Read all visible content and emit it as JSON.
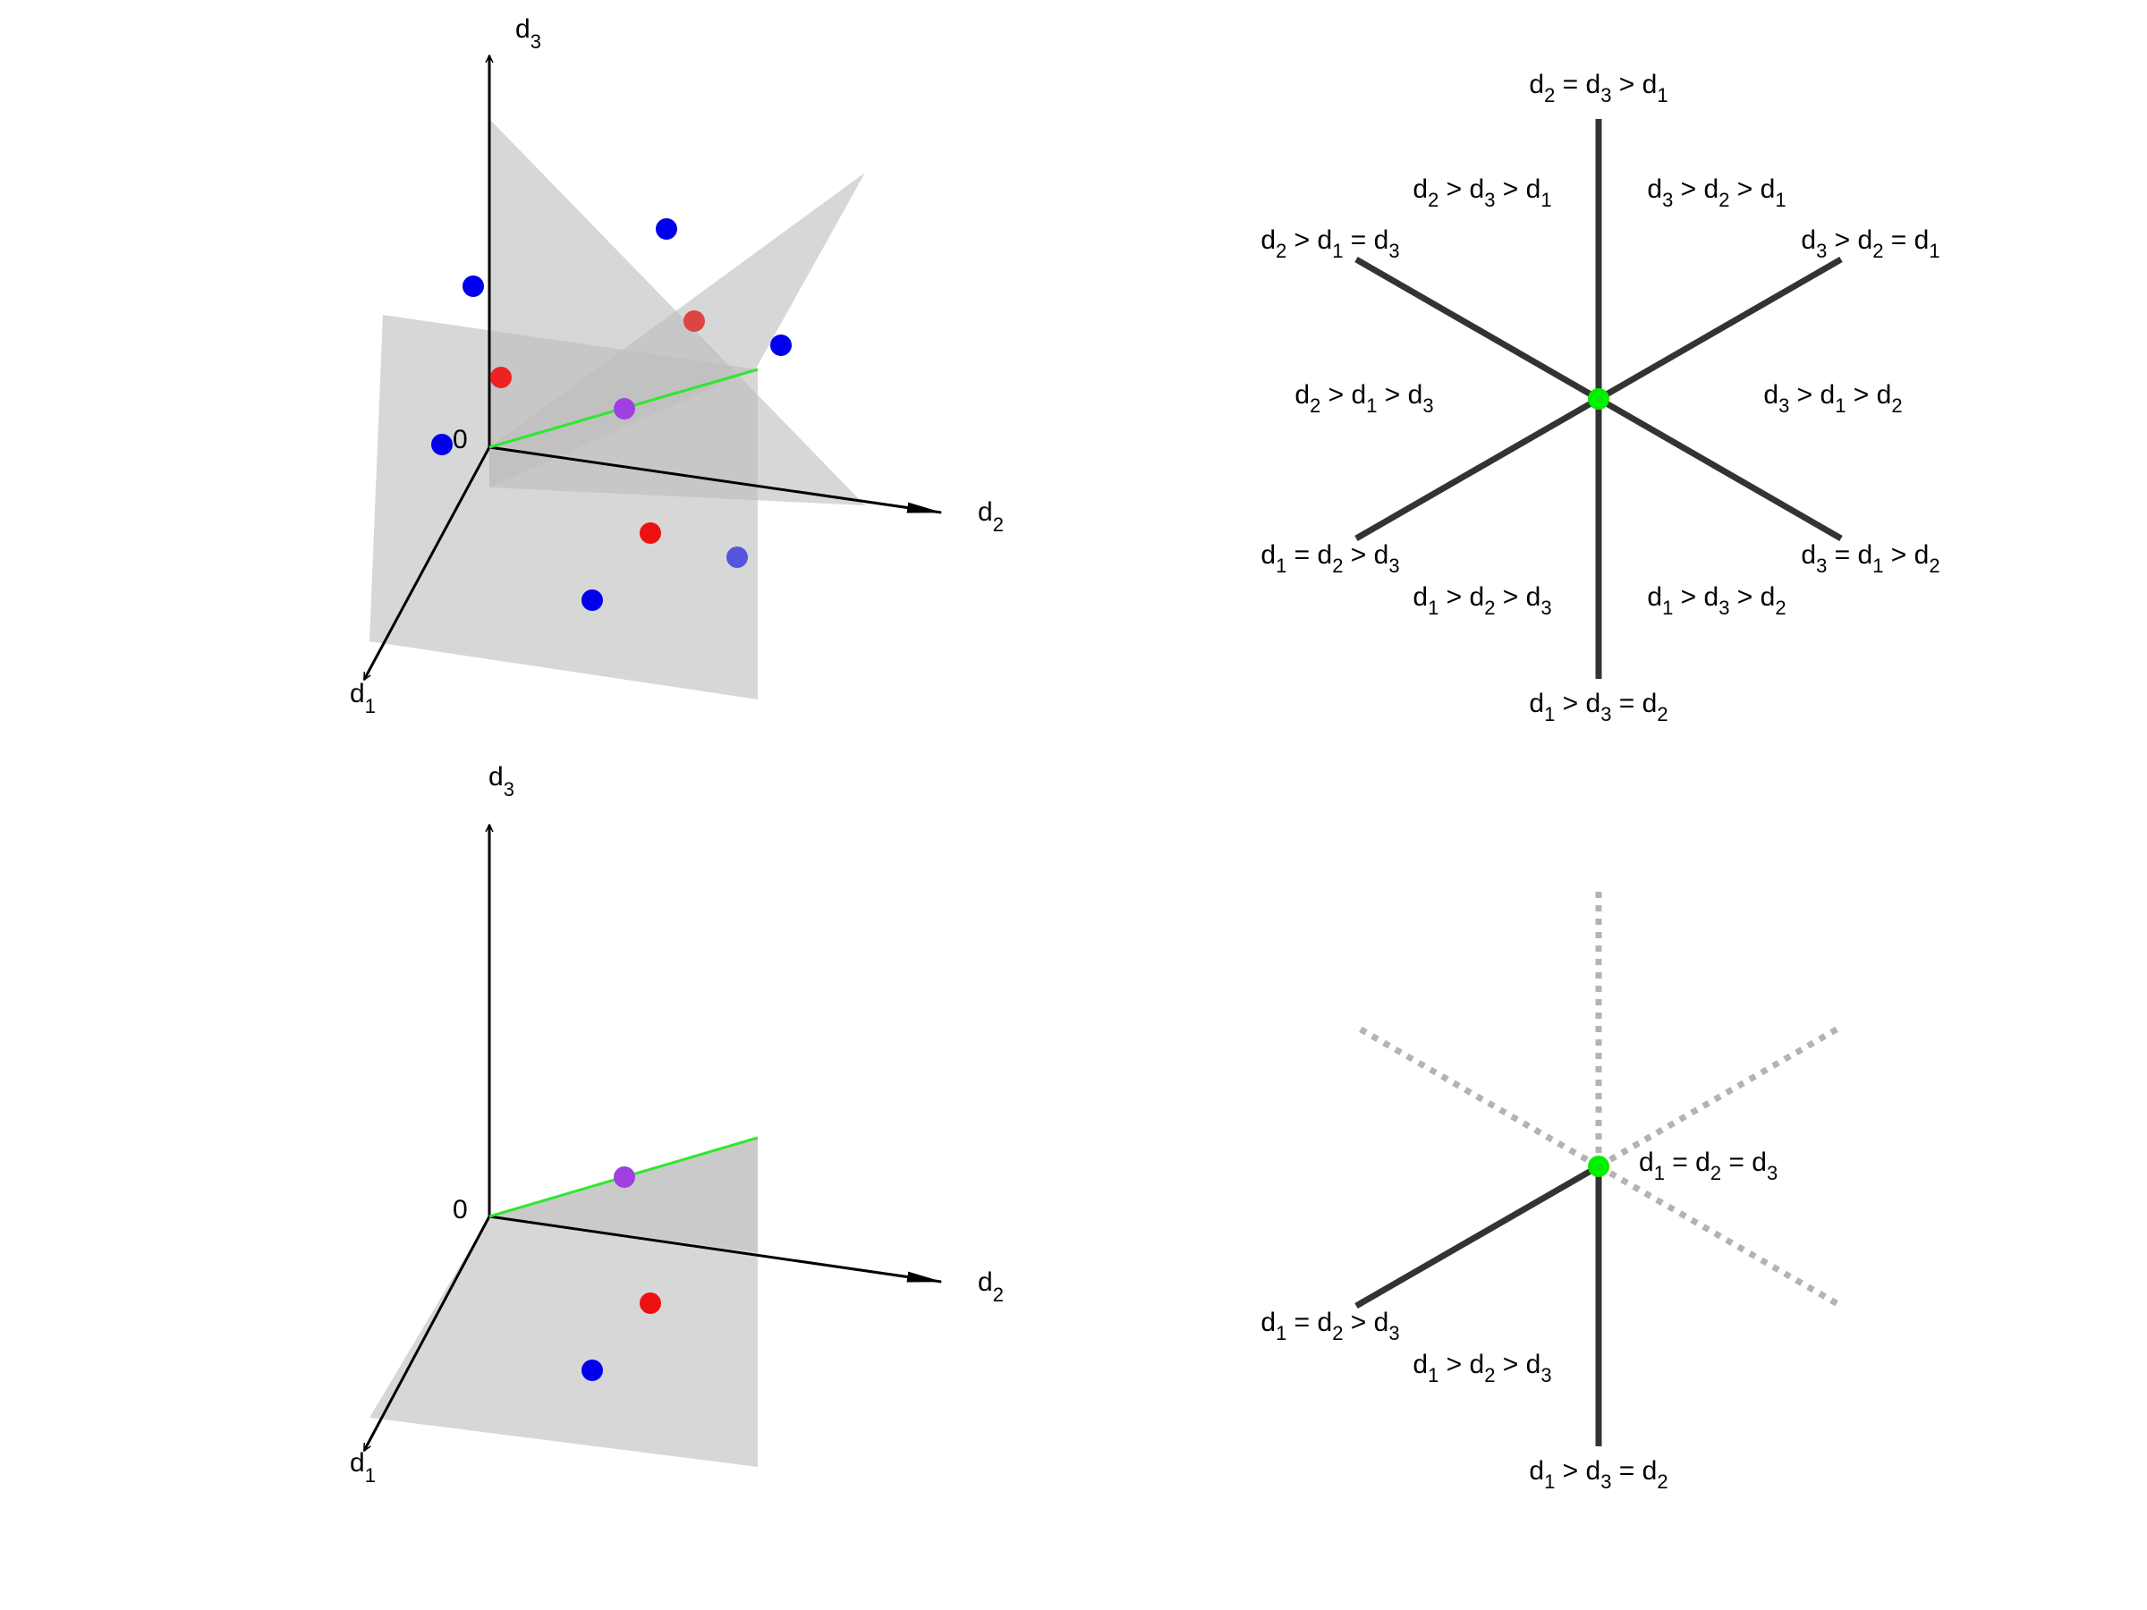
{
  "colors": {
    "plane_fill": "#bdbdbd",
    "axis": "#000000",
    "green_line": "#2ee82e",
    "green_point": "#00ee00",
    "ray_solid": "#333333",
    "ray_dotted": "#b3b3b3",
    "blue_point": "#0000ee",
    "blue_point_light": "#5555dd",
    "red_point": "#ee1111",
    "purple_point": "#a040e0"
  },
  "panels": {
    "top_left": {
      "origin_label": "0",
      "axis_labels": [
        {
          "base": "d",
          "sub": "3"
        },
        {
          "base": "d",
          "sub": "2"
        },
        {
          "base": "d",
          "sub": "1"
        }
      ],
      "points": [
        {
          "color": "blue"
        },
        {
          "color": "blue"
        },
        {
          "color": "blue"
        },
        {
          "color": "blue"
        },
        {
          "color": "blue"
        },
        {
          "color": "blue-light"
        },
        {
          "color": "red"
        },
        {
          "color": "red"
        },
        {
          "color": "red"
        },
        {
          "color": "purple"
        }
      ]
    },
    "bottom_left": {
      "origin_label": "0",
      "axis_labels": [
        {
          "base": "d",
          "sub": "3"
        },
        {
          "base": "d",
          "sub": "2"
        },
        {
          "base": "d",
          "sub": "1"
        }
      ],
      "points": [
        {
          "color": "blue"
        },
        {
          "color": "red"
        },
        {
          "color": "purple"
        }
      ]
    },
    "top_right": {
      "ray_labels": [
        "d_2 = d_3 > d_1",
        "d_3 > d_2 = d_1",
        "d_3 = d_1 > d_2",
        "d_1 > d_3 = d_2",
        "d_1 = d_2 > d_3",
        "d_2 > d_1 = d_3"
      ],
      "region_labels": [
        "d_3 > d_2 > d_1",
        "d_3 > d_1 > d_2",
        "d_1 > d_3 > d_2",
        "d_1 > d_2 > d_3",
        "d_2 > d_1 > d_3",
        "d_2 > d_3 > d_1"
      ]
    },
    "bottom_right": {
      "center_label": "d_1 = d_2 = d_3",
      "ray_labels": [
        "d_1 = d_2 > d_3",
        "d_1 > d_3 = d_2"
      ],
      "region_labels": [
        "d_1 > d_2 > d_3"
      ]
    }
  }
}
